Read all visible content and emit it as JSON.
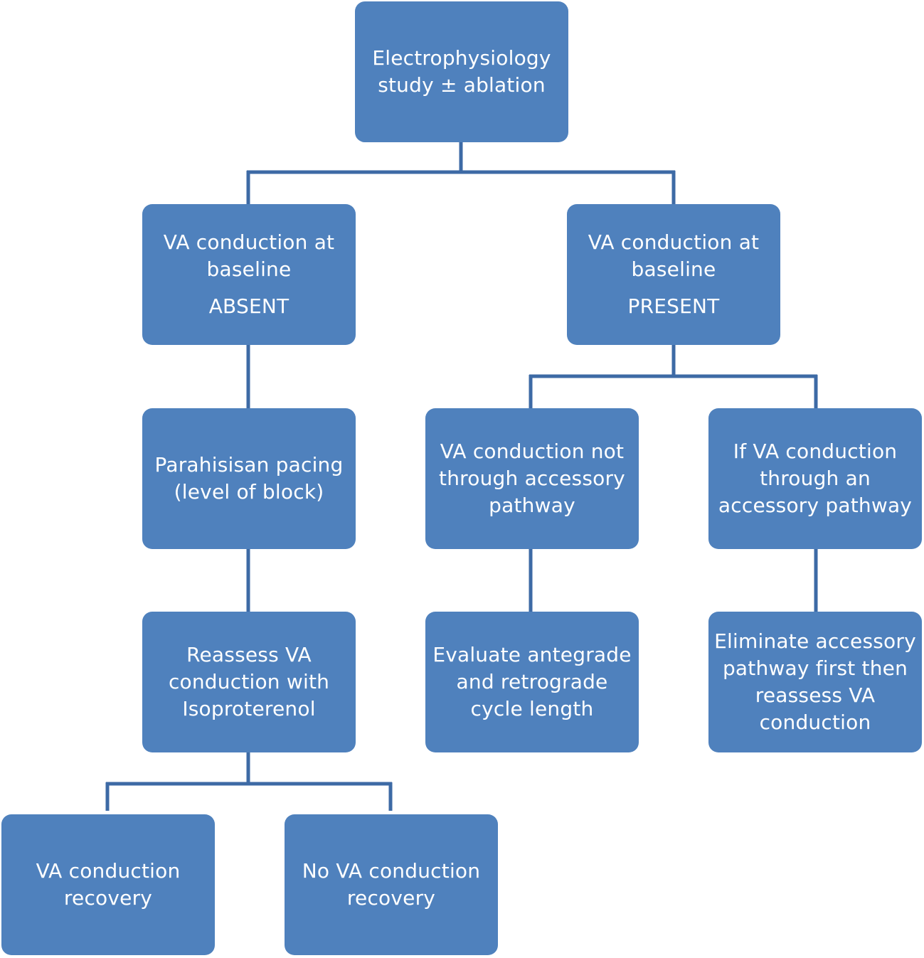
{
  "colors": {
    "box_fill": "#4f81bd",
    "connector": "#3d6aa5",
    "text": "#ffffff",
    "background": "#ffffff"
  },
  "nodes": {
    "root": {
      "line1": "Electrophysiology",
      "line2": "study ± ablation"
    },
    "absent": {
      "line1": "VA conduction at",
      "line2": "baseline",
      "status": "ABSENT"
    },
    "present": {
      "line1": "VA conduction at",
      "line2": "baseline",
      "status": "PRESENT"
    },
    "parahisian": {
      "line1": "Parahisisan pacing",
      "line2": "(level of block)"
    },
    "not_accessory": {
      "line1": "VA conduction not",
      "line2": "through accessory",
      "line3": "pathway"
    },
    "accessory": {
      "line1": "If VA conduction",
      "line2": "through an",
      "line3": "accessory pathway"
    },
    "reassess_iso": {
      "line1": "Reassess VA",
      "line2": "conduction with",
      "line3": "Isoproterenol"
    },
    "evaluate_cl": {
      "line1": "Evaluate antegrade",
      "line2": "and retrograde",
      "line3": "cycle length"
    },
    "eliminate_ap": {
      "line1": "Eliminate accessory",
      "line2": "pathway first then",
      "line3": "reassess VA",
      "line4": "conduction"
    },
    "recovery": {
      "line1": "VA conduction",
      "line2": "recovery"
    },
    "no_recovery": {
      "line1": "No VA conduction",
      "line2": "recovery"
    }
  }
}
